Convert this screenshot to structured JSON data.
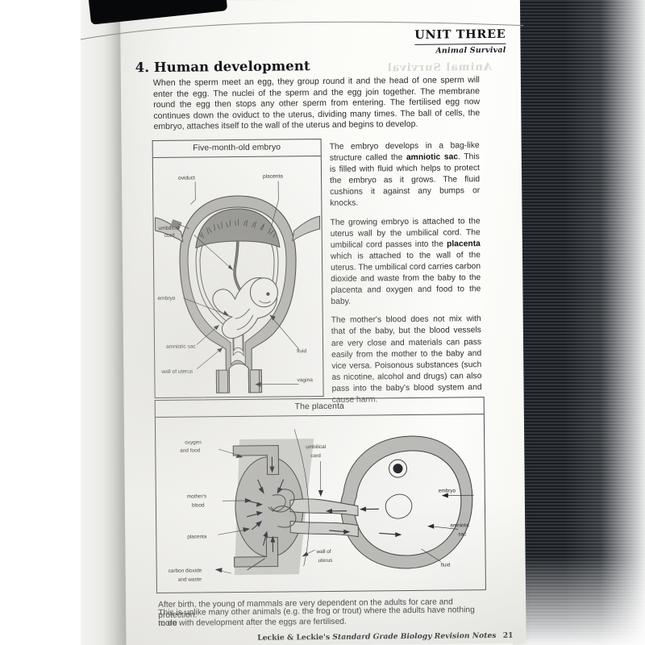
{
  "book": {
    "unit_label": "UNIT THREE",
    "unit_subtitle": "Animal Survival",
    "ghost_text": "Animal Survival",
    "section_title": "4. Human development",
    "page_number": "21",
    "footer_publisher": "Leckie & Leckie's",
    "footer_title": "Standard Grade Biology Revision Notes"
  },
  "intro": {
    "paragraph": "When the sperm meet an egg, they group round it and the head of one sperm will enter the egg. The nuclei of the sperm and the egg join together. The membrane round the egg then stops any other sperm from entering. The fertilised egg now continues down the oviduct to the uterus, dividing many times. The ball of cells, the embryo, attaches itself to the wall of the uterus and begins to develop."
  },
  "body": {
    "para1_a": "The embryo develops in a bag-like structure called the ",
    "para1_bold": "amniotic sac",
    "para1_b": ". This is filled with fluid which helps to protect the embryo as it grows. The fluid cushions it against any bumps or knocks.",
    "para2_a": "The growing embryo is attached to the uterus wall by the umbilical cord. The umbilical cord passes into the ",
    "para2_bold": "placenta",
    "para2_b": " which is attached to the wall of the uterus. The umbilical cord carries carbon dioxide and waste from the baby to the placenta and oxygen and food to the baby.",
    "para3": "The mother's blood does not mix with that of the baby, but the blood vessels are very close and materials can pass easily from the mother to the baby and vice versa. Poisonous substances (such as nicotine, alcohol and drugs) can also pass into the baby's blood system and cause harm."
  },
  "figure1": {
    "caption": "Five-month-old embryo",
    "labels": {
      "oviduct": "oviduct",
      "placenta": "placenta",
      "umbilical_cord_l1": "umbilical",
      "umbilical_cord_l2": "cord",
      "embryo": "embryo",
      "amniotic_sac": "amniotic sac",
      "wall_of_uterus": "wall of uterus",
      "fluid": "fluid",
      "vagina": "vagina"
    }
  },
  "figure2": {
    "caption": "The placenta",
    "labels": {
      "oxygen_l1": "oxygen",
      "oxygen_l2": "and food",
      "mothers_blood_l1": "mother's",
      "mothers_blood_l2": "blood",
      "placenta": "placenta",
      "carbon_dioxide_l1": "carbon dioxide",
      "carbon_dioxide_l2": "and waste",
      "umbilical_cord_l1": "umbilical",
      "umbilical_cord_l2": "cord",
      "wall_of_uterus_l1": "wall of",
      "wall_of_uterus_l2": "uterus",
      "embryo": "embryo",
      "amniotic_sac_l1": "amniotic",
      "amniotic_sac_l2": "sac",
      "fluid": "fluid"
    }
  },
  "closing": {
    "line1": "After birth, the young of mammals are very dependent on the adults for care and protection.",
    "line2": "This is unlike many other animals (e.g. the frog or trout) where the adults have nothing more",
    "line3": "to do with development after the eggs are fertilised."
  }
}
